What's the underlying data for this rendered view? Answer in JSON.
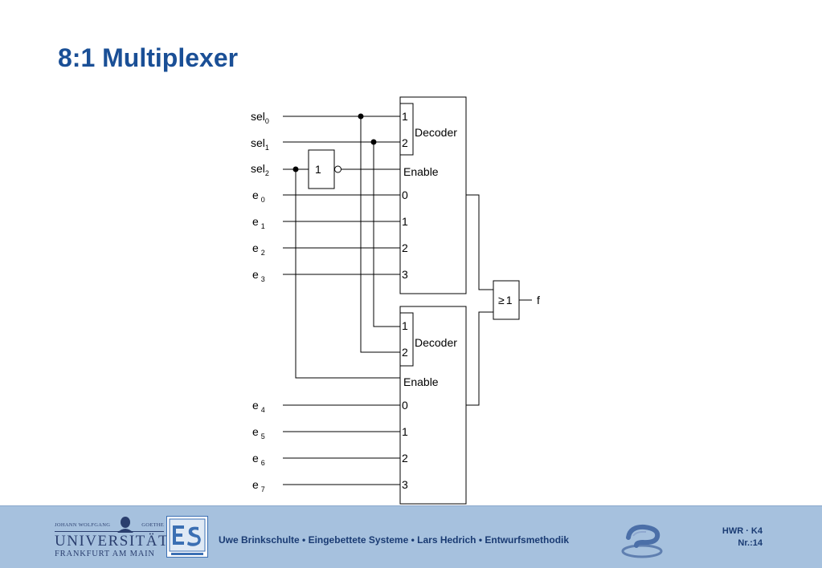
{
  "title": "8:1 Multiplexer",
  "diagram": {
    "select_inputs": [
      {
        "base": "sel",
        "sub": "0"
      },
      {
        "base": "sel",
        "sub": "1"
      },
      {
        "base": "sel",
        "sub": "2"
      }
    ],
    "data_inputs_top": [
      {
        "base": "e",
        "sub": "0"
      },
      {
        "base": "e",
        "sub": "1"
      },
      {
        "base": "e",
        "sub": "2"
      },
      {
        "base": "e",
        "sub": "3"
      }
    ],
    "data_inputs_bottom": [
      {
        "base": "e",
        "sub": "4"
      },
      {
        "base": "e",
        "sub": "5"
      },
      {
        "base": "e",
        "sub": "6"
      },
      {
        "base": "e",
        "sub": "7"
      }
    ],
    "inverter_label": "1",
    "decoder_top": {
      "label": "Decoder",
      "sel_pins": [
        "1",
        "2"
      ],
      "enable_label": "Enable",
      "data_pins": [
        "0",
        "1",
        "2",
        "3"
      ]
    },
    "decoder_bottom": {
      "label": "Decoder",
      "sel_pins": [
        "1",
        "2"
      ],
      "enable_label": "Enable",
      "data_pins": [
        "0",
        "1",
        "2",
        "3"
      ]
    },
    "or_gate": {
      "symbol": "≥",
      "value": "1"
    },
    "output_label": "f"
  },
  "footer": {
    "university": {
      "top_left": "JOHANN WOLFGANG",
      "top_right": "GOETHE",
      "name": "UNIVERSITÄT",
      "city": "FRANKFURT AM MAIN"
    },
    "credits": "Uwe Brinkschulte • Eingebettete Systeme • Lars Hedrich • Entwurfsmethodik",
    "course": "HWR · K4",
    "page": "Nr.:14"
  },
  "colors": {
    "title": "#1a4f96",
    "footer_bg": "#a6c1de",
    "footer_text": "#1a3b73"
  }
}
